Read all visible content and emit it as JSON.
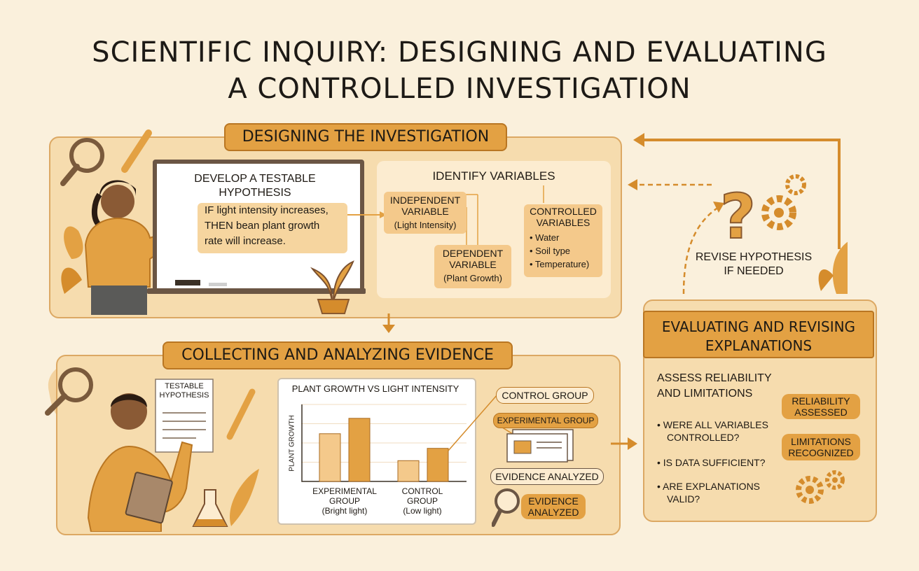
{
  "title": {
    "line1": "SCIENTIFIC INQUIRY: DESIGNING AND EVALUATING",
    "line2": "A CONTROLLED INVESTIGATION"
  },
  "design": {
    "header": "DESIGNING THE INVESTIGATION",
    "hypothesis_title": {
      "l1": "DEVELOP A TESTABLE",
      "l2": "HYPOTHESIS"
    },
    "hypothesis": {
      "l1": "IF light intensity increases,",
      "l2": "THEN bean plant growth",
      "l3": "rate will increase."
    },
    "variables_title": "IDENTIFY VARIABLES",
    "independent": {
      "l1": "INDEPENDENT",
      "l2": "VARIABLE",
      "l3": "(Light Intensity)"
    },
    "dependent": {
      "l1": "DEPENDENT",
      "l2": "VARIABLE",
      "l3": "(Plant Growth)"
    },
    "controlled": {
      "l1": "CONTROLLED",
      "l2": "VARIABLES",
      "items": [
        "• Water",
        "• Soil type",
        "• Temperature)"
      ]
    }
  },
  "collect": {
    "header": "COLLECTING AND ANALYZING EVIDENCE",
    "paper": {
      "l1": "TESTABLE",
      "l2": "HYPOTHESIS"
    },
    "labels": {
      "control": "CONTROL GROUP",
      "experimental": "EXPERIMENTAL GROUP",
      "evidence": "EVIDENCE ANALYZED",
      "evidence_tag": {
        "l1": "EVIDENCE",
        "l2": "ANALYZED"
      }
    }
  },
  "chart_data": {
    "type": "bar",
    "title": "PLANT GROWTH VS LIGHT INTENSITY",
    "ylabel": "PLANT GROWTH",
    "xlabel": "",
    "categories": [
      {
        "l1": "EXPERIMENTAL",
        "l2": "GROUP",
        "l3": "(Bright light)"
      },
      {
        "l1": "CONTROL",
        "l2": "GROUP",
        "l3": "(Low light)"
      }
    ],
    "values": [
      [
        62,
        82
      ],
      [
        27,
        43
      ]
    ],
    "ylim": [
      0,
      100
    ],
    "grid": true,
    "colors": [
      "#f4c98b",
      "#e3a143"
    ]
  },
  "evaluate": {
    "header": {
      "l1": "EVALUATING AND REVISING",
      "l2": "EXPLANATIONS"
    },
    "assess": {
      "l1": "ASSESS RELIABILITY",
      "l2": "AND LIMITATIONS"
    },
    "questions": [
      {
        "l1": "• WERE ALL VARIABLES",
        "l2": "CONTROLLED?"
      },
      {
        "l1": "• IS DATA SUFFICIENT?",
        "l2": ""
      },
      {
        "l1": "• ARE EXPLANATIONS",
        "l2": "VALID?"
      }
    ],
    "tags": [
      {
        "l1": "RELIABILITY",
        "l2": "ASSESSED"
      },
      {
        "l1": "LIMITATIONS",
        "l2": "RECOGNIZED"
      }
    ]
  },
  "revise": {
    "l1": "REVISE HYPOTHESIS",
    "l2": "IF NEEDED"
  },
  "colors": {
    "background": "#faf0dc",
    "panel": "#f6dcae",
    "accent": "#e3a143",
    "accent_dark": "#b97622"
  }
}
